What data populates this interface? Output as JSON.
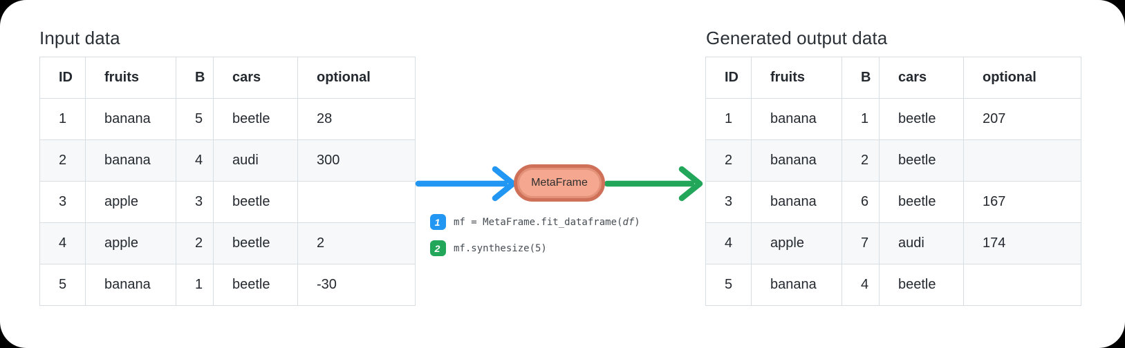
{
  "colors": {
    "canvas_bg": "#000000",
    "card_bg": "#ffffff",
    "table_border": "#d6dde3",
    "row_stripe": "#f6f8fa",
    "heading_text": "#2a3036",
    "cell_text": "#24292f",
    "arrow_blue": "#2196f3",
    "arrow_green": "#22a75a",
    "metaframe_fill": "#f5a78f",
    "metaframe_border": "#cf7158",
    "code_text": "#454c53",
    "badge_blue": "#2196f3",
    "badge_green": "#22a75a"
  },
  "input_section": {
    "title": "Input data",
    "table": {
      "headers": [
        "ID",
        "fruits",
        "B",
        "cars",
        "optional"
      ],
      "rows": [
        [
          "1",
          "banana",
          "5",
          "beetle",
          "28"
        ],
        [
          "2",
          "banana",
          "4",
          "audi",
          "300"
        ],
        [
          "3",
          "apple",
          "3",
          "beetle",
          ""
        ],
        [
          "4",
          "apple",
          "2",
          "beetle",
          "2"
        ],
        [
          "5",
          "banana",
          "1",
          "beetle",
          "-30"
        ]
      ]
    }
  },
  "pipeline": {
    "metaframe_label": "MetaFrame",
    "code_lines": [
      {
        "number": "1",
        "badge_color_key": "badge_blue",
        "segments": [
          {
            "text": "mf = MetaFrame.fit_dataframe(",
            "italic": false
          },
          {
            "text": "df",
            "italic": true
          },
          {
            "text": ")",
            "italic": false
          }
        ]
      },
      {
        "number": "2",
        "badge_color_key": "badge_green",
        "segments": [
          {
            "text": "mf.synthesize(5)",
            "italic": false
          }
        ]
      }
    ]
  },
  "output_section": {
    "title": "Generated output data",
    "table": {
      "headers": [
        "ID",
        "fruits",
        "B",
        "cars",
        "optional"
      ],
      "rows": [
        [
          "1",
          "banana",
          "1",
          "beetle",
          "207"
        ],
        [
          "2",
          "banana",
          "2",
          "beetle",
          ""
        ],
        [
          "3",
          "banana",
          "6",
          "beetle",
          "167"
        ],
        [
          "4",
          "apple",
          "7",
          "audi",
          "174"
        ],
        [
          "5",
          "banana",
          "4",
          "beetle",
          ""
        ]
      ]
    }
  }
}
